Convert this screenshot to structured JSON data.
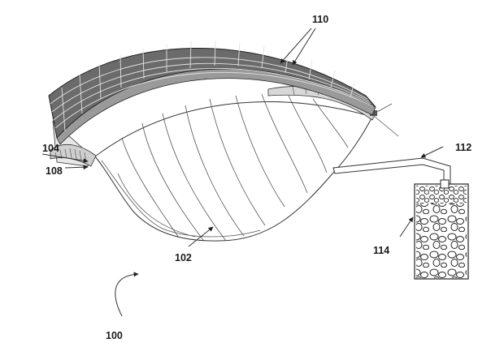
{
  "figure": {
    "labels": {
      "ref_100": "100",
      "ref_102": "102",
      "ref_104": "104",
      "ref_108": "108",
      "ref_110": "110",
      "ref_112": "112",
      "ref_114": "114"
    }
  }
}
